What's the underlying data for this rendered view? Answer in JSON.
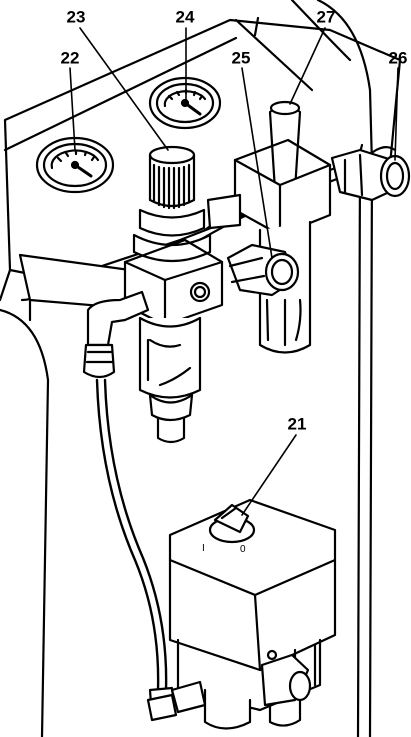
{
  "callouts": {
    "c21": "21",
    "c22": "22",
    "c23": "23",
    "c24": "24",
    "c25": "25",
    "c26": "26",
    "c27": "27"
  },
  "colors": {
    "line": "#000000",
    "fill": "#ffffff",
    "dark": "#111111"
  }
}
